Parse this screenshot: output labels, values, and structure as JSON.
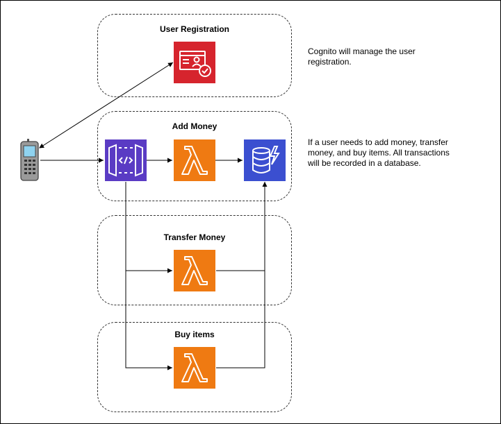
{
  "groups": {
    "registration": {
      "title": "User Registration"
    },
    "add_money": {
      "title": "Add Money"
    },
    "transfer_money": {
      "title": "Transfer Money"
    },
    "buy_items": {
      "title": "Buy items"
    }
  },
  "notes": {
    "registration": [
      "Cognito will manage the user",
      "registration."
    ],
    "transactions": [
      "If a user needs to add money, transfer",
      "money, and buy items. All transactions",
      "will be recorded in a database."
    ]
  },
  "colors": {
    "cognito": "#d6242d",
    "api_gateway": "#5a3bc4",
    "lambda": "#ef7a12",
    "dynamodb": "#3b4fd0"
  },
  "icons": {
    "cognito": "cognito-icon",
    "api_gateway": "api-gateway-icon",
    "lambda": "lambda-icon",
    "dynamodb": "dynamodb-icon",
    "phone": "mobile-phone-icon"
  }
}
